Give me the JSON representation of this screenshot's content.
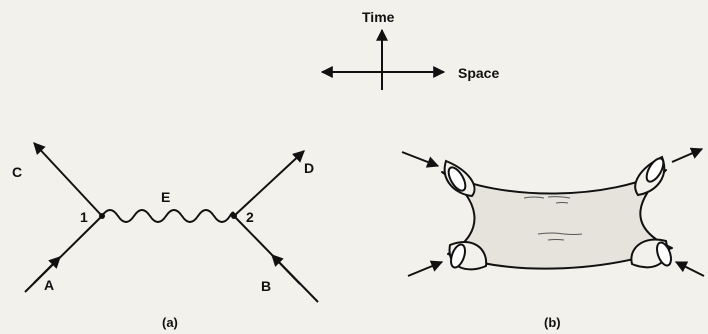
{
  "axes": {
    "time_label": "Time",
    "space_label": "Space"
  },
  "diagram_a": {
    "caption": "(a)",
    "particle_labels": {
      "c": "C",
      "d": "D",
      "e": "E",
      "a": "A",
      "b": "B"
    },
    "vertex_labels": {
      "v1": "1",
      "v2": "2"
    }
  },
  "diagram_b": {
    "caption": "(b)"
  },
  "colors": {
    "ink": "#111111",
    "paper": "#f3f1ec"
  },
  "icons": [
    "arrow-up-icon",
    "arrow-left-icon",
    "arrow-right-icon"
  ]
}
